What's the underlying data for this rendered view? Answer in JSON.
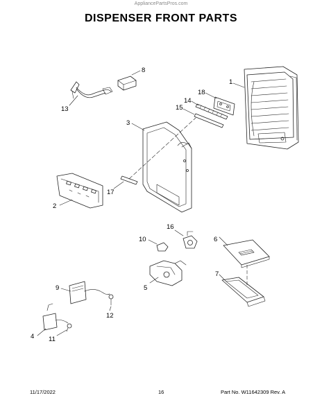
{
  "header": {
    "watermark": "AppliancePartsPros.com",
    "title": "DISPENSER FRONT PARTS"
  },
  "callouts": {
    "c1": "1",
    "c2": "2",
    "c3": "3",
    "c4": "4",
    "c5": "5",
    "c6": "6",
    "c7": "7",
    "c8": "8",
    "c9": "9",
    "c10": "10",
    "c11": "11",
    "c12": "12",
    "c13": "13",
    "c14": "14",
    "c15": "15",
    "c16": "16",
    "c17": "17",
    "c18": "18"
  },
  "footer": {
    "date": "11/17/2022",
    "page": "16",
    "part_rev": "Part No. W11642309  Rev. A"
  }
}
